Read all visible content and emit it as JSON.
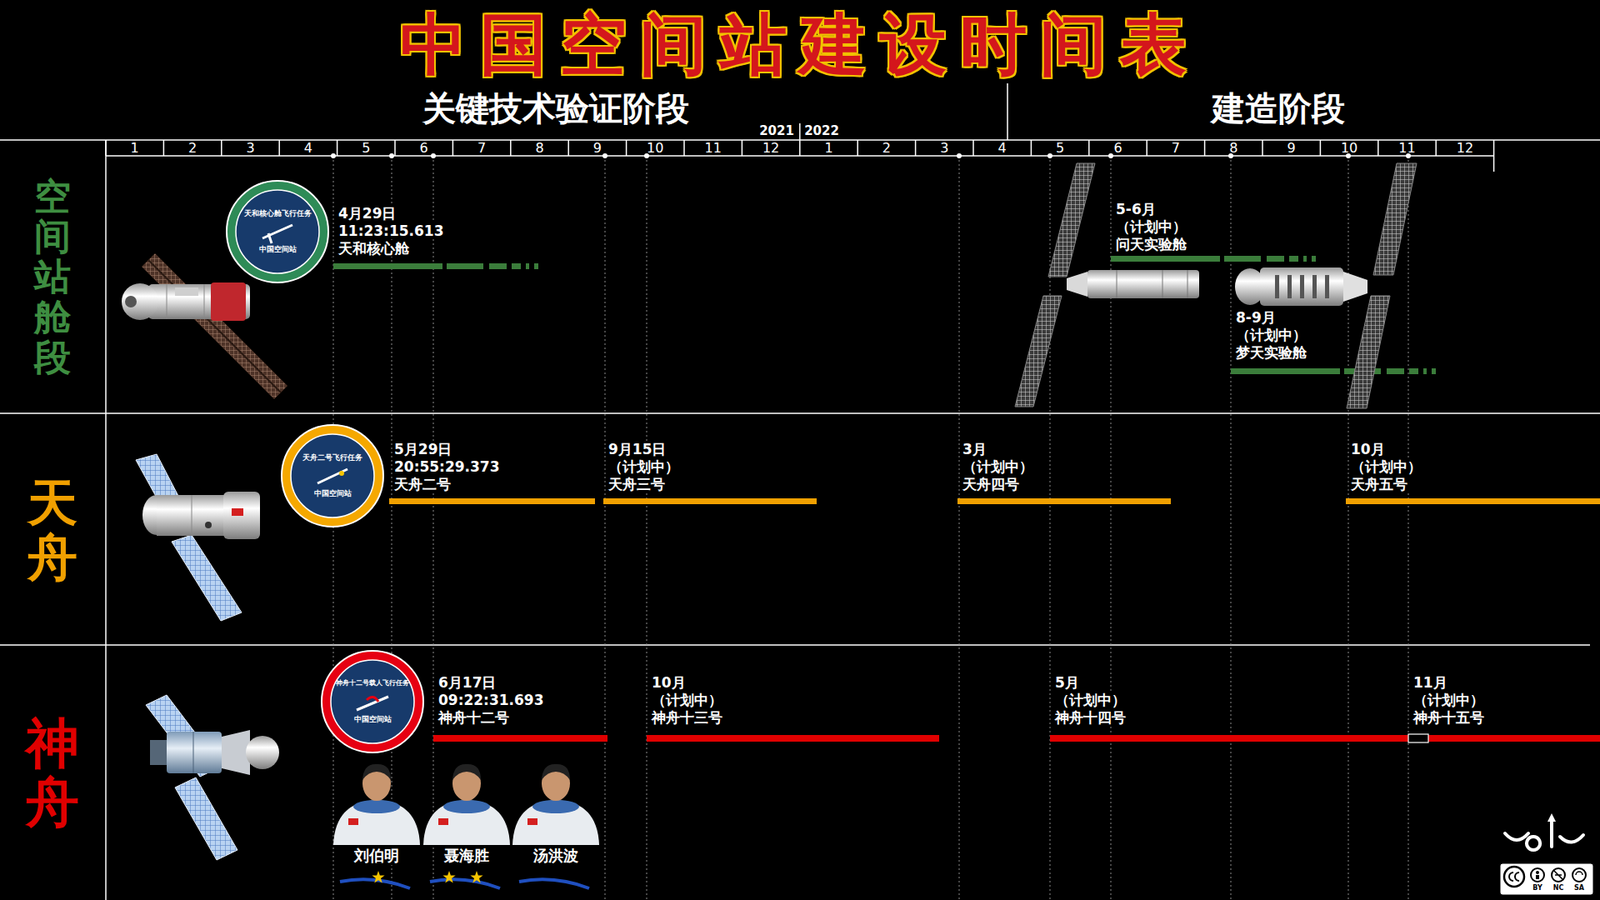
{
  "diagram": {
    "title": "中国空间站建设时间表",
    "nodes": [
      {
        "text": [
          "空间站舱段"
        ]
      },
      {
        "text": [
          "天舟"
        ]
      },
      {
        "text": [
          "神舟"
        ]
      }
    ],
    "labels": [
      "2021",
      "2022",
      "1",
      "2",
      "3",
      "4",
      "5",
      "6",
      "7",
      "8",
      "9",
      "10",
      "11",
      "12",
      "1",
      "2",
      "3",
      "4",
      "5",
      "6",
      "7",
      "8",
      "9",
      "10",
      "11",
      "12",
      "关键技术验证阶段",
      "建造阶段",
      "4月29日",
      "11:23:15.613",
      "天和核心舱",
      "5-6月",
      "（计划中）",
      "问天实验舱",
      "8-9月",
      "（计划中）",
      "梦天实验舱",
      "5月29日",
      "20:55:29.373",
      "天舟二号",
      "9月15日",
      "（计划中）",
      "天舟三号",
      "3月",
      "（计划中）",
      "天舟四号",
      "10月",
      "（计划中）",
      "天舟五号",
      "6月17日",
      "09:22:31.693",
      "神舟十二号",
      "10月",
      "（计划中）",
      "神舟十三号",
      "5月",
      "（计划中）",
      "神舟十四号",
      "11月",
      "（计划中）",
      "神舟十五号",
      "刘伯明",
      "聂海胜",
      "汤洪波",
      "天和核心舱飞行任务",
      "中国空间站",
      "天舟二号飞行任务",
      "中国空间站",
      "神舟十二号载人飞行任务",
      "中国空间站",
      "BY",
      "NC",
      "SA"
    ]
  }
}
